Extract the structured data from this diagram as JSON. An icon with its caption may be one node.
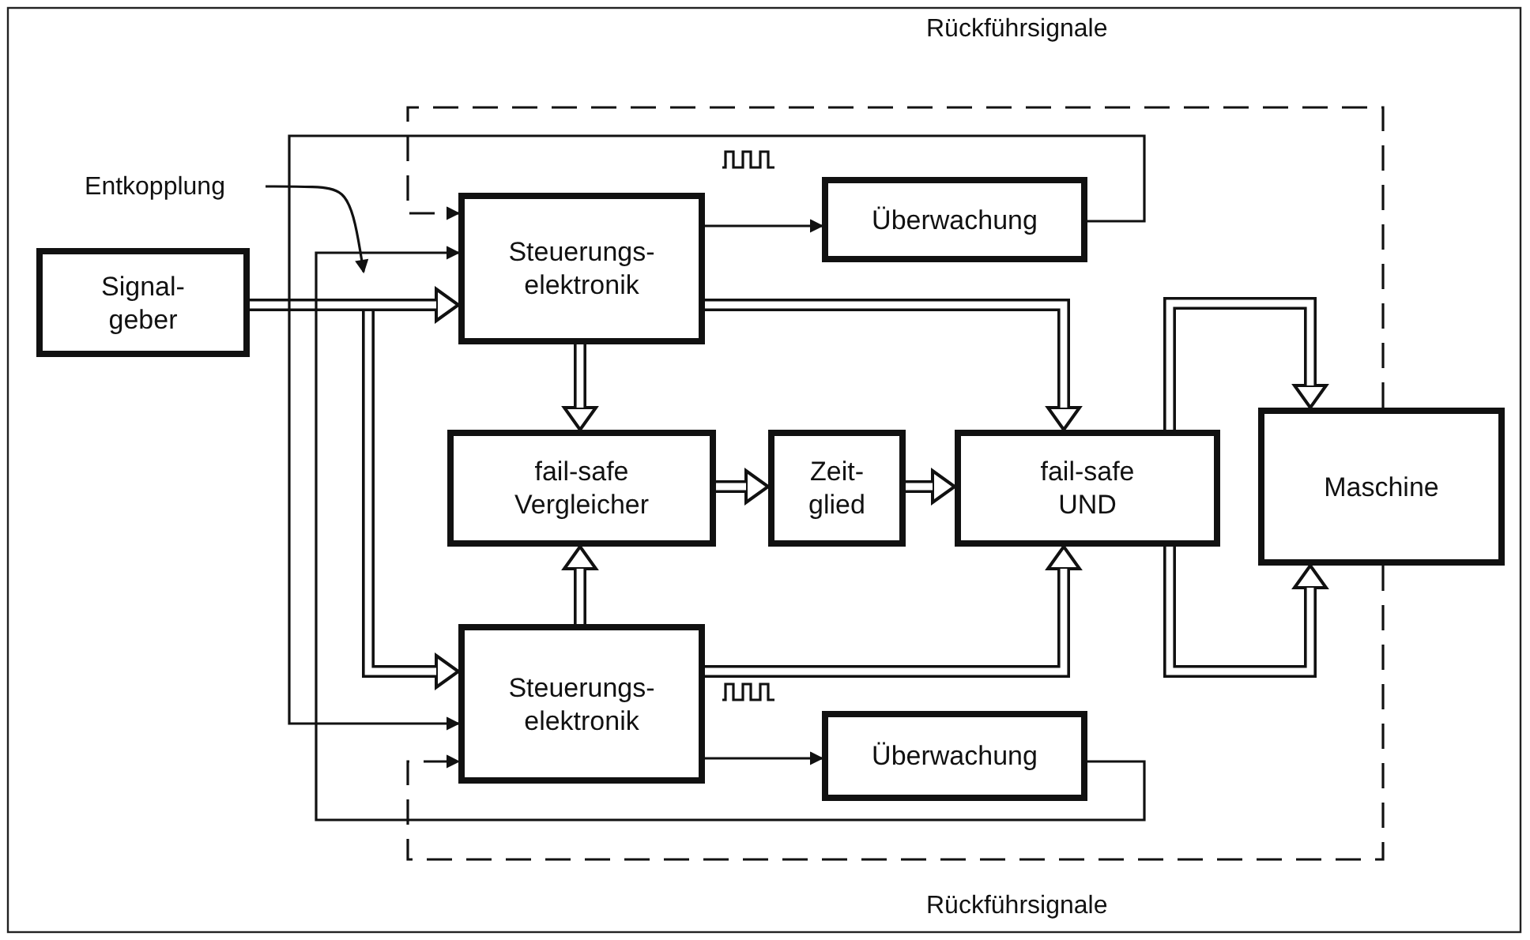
{
  "diagram": {
    "nodes": [
      {
        "text": [
          "Entkopplung"
        ]
      },
      {
        "text": [
          "Steuerungs- elektronik"
        ]
      },
      {
        "text": [
          "Überwachung"
        ]
      },
      {
        "text": [
          "Signal- geber"
        ]
      },
      {
        "text": [
          "fail-safe Vergleicher"
        ]
      },
      {
        "text": [
          "Zeit- glied"
        ]
      },
      {
        "text": [
          "fail-safe UND"
        ]
      },
      {
        "text": [
          "Maschine"
        ]
      },
      {
        "text": [
          "Steuerungs- elektronik"
        ]
      },
      {
        "text": [
          "Überwachung"
        ]
      }
    ],
    "edges": [
      {
        "from": 0,
        "to": null,
        "arrow": "to"
      },
      {
        "from": 3,
        "to": 1,
        "arrow": "to"
      },
      {
        "from": 3,
        "to": 8,
        "arrow": "to"
      },
      {
        "from": 1,
        "to": 4,
        "arrow": "to"
      },
      {
        "from": 8,
        "to": 4,
        "arrow": "to"
      },
      {
        "from": 4,
        "to": 5,
        "arrow": "to"
      },
      {
        "from": 5,
        "to": 6,
        "arrow": "to"
      },
      {
        "from": 1,
        "to": 6,
        "arrow": "to"
      },
      {
        "from": 8,
        "to": 6,
        "arrow": "to"
      },
      {
        "from": 6,
        "to": 7,
        "arrow": "to"
      },
      {
        "from": 6,
        "to": 7,
        "arrow": "to"
      },
      {
        "from": 1,
        "to": 2,
        "arrow": "to"
      },
      {
        "from": 8,
        "to": 9,
        "arrow": "to"
      },
      {
        "from": 2,
        "to": 8,
        "arrow": "to"
      },
      {
        "from": 9,
        "to": 1,
        "arrow": "to"
      },
      {
        "from": 7,
        "to": 1,
        "arrow": "to",
        "style": "dashed"
      },
      {
        "from": 7,
        "to": 8,
        "arrow": "to",
        "style": "dashed"
      }
    ],
    "labels": [
      "Rückführsignale",
      "Rückführsignale"
    ]
  }
}
